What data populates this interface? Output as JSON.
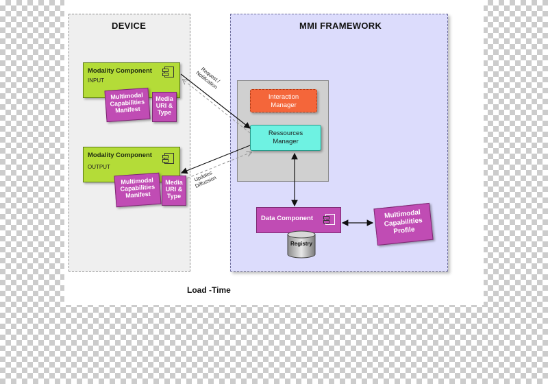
{
  "device": {
    "title": "DEVICE"
  },
  "mmi": {
    "title": "MMI FRAMEWORK"
  },
  "input_component": {
    "title": "Modality Component",
    "subtitle": "INPUT",
    "manifest_note": [
      "Multimodal",
      "Capabilities",
      "Manifest"
    ],
    "media_note": [
      "Media",
      "URI &",
      "Type"
    ]
  },
  "output_component": {
    "title": "Modality Component",
    "subtitle": "OUTPUT",
    "manifest_note": [
      "Multimodal",
      "Capabilities",
      "Manifest"
    ],
    "media_note": [
      "Media",
      "URI &",
      "Type"
    ]
  },
  "interaction_manager": [
    "Interaction",
    "Manager"
  ],
  "resources_manager": [
    "Ressources",
    "Manager"
  ],
  "data_component": {
    "title": "Data Component"
  },
  "registry": {
    "label": "Registry"
  },
  "profile_note": [
    "Multimodal",
    "Capabilities",
    "Profile"
  ],
  "arrow_labels": {
    "request": [
      "Request /",
      "Notification"
    ],
    "updates": [
      "Updates",
      "Diffussion"
    ]
  },
  "footer": {
    "title": "Load -Time"
  },
  "colors": {
    "device_bg": "#efefef",
    "mmi_bg": "#dcdcfc",
    "modality_green": "#b4dc38",
    "note_magenta": "#c04cb4",
    "interaction_orange": "#f4663a",
    "resources_cyan": "#6ef2e2"
  }
}
